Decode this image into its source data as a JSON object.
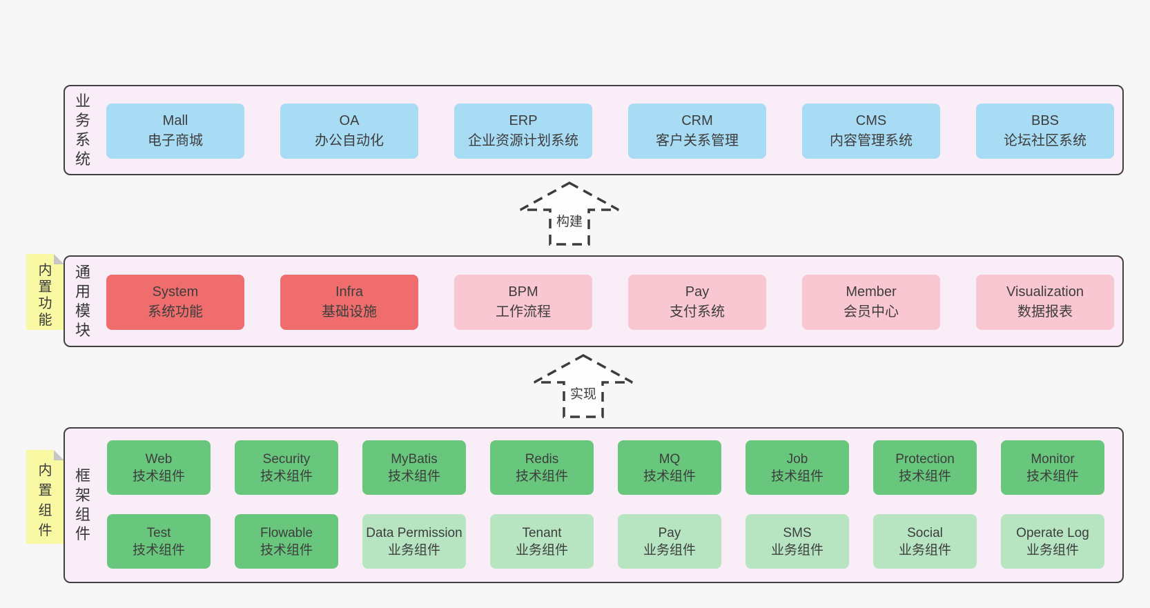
{
  "colors": {
    "page_bg": "#f7f7f7",
    "layer_bg": "#f9edf7",
    "layer_border": "#3f3f3f",
    "box_blue": "#a8dbf4",
    "box_red": "#f06d6d",
    "box_pink": "#f9c7d1",
    "box_green": "#68c77d",
    "box_green_light": "#b7e5c1",
    "note_yellow": "#f9f9a3",
    "note_fold": "#c6c6c6",
    "text": "#3d3d3d"
  },
  "arrows": [
    {
      "label": "构建"
    },
    {
      "label": "实现"
    }
  ],
  "layers": [
    {
      "label": "业务系统",
      "rows": [
        [
          {
            "title": "Mall",
            "subtitle": "电子商城",
            "type": "blue"
          },
          {
            "title": "OA",
            "subtitle": "办公自动化",
            "type": "blue"
          },
          {
            "title": "ERP",
            "subtitle": "企业资源计划系统",
            "type": "blue"
          },
          {
            "title": "CRM",
            "subtitle": "客户关系管理",
            "type": "blue"
          },
          {
            "title": "CMS",
            "subtitle": "内容管理系统",
            "type": "blue"
          },
          {
            "title": "BBS",
            "subtitle": "论坛社区系统",
            "type": "blue"
          }
        ]
      ]
    },
    {
      "label": "通用模块",
      "note": "内置功能",
      "rows": [
        [
          {
            "title": "System",
            "subtitle": "系统功能",
            "type": "red"
          },
          {
            "title": "Infra",
            "subtitle": "基础设施",
            "type": "red"
          },
          {
            "title": "BPM",
            "subtitle": "工作流程",
            "type": "pink"
          },
          {
            "title": "Pay",
            "subtitle": "支付系统",
            "type": "pink"
          },
          {
            "title": "Member",
            "subtitle": "会员中心",
            "type": "pink"
          },
          {
            "title": "Visualization",
            "subtitle": "数据报表",
            "type": "pink"
          }
        ]
      ]
    },
    {
      "label": "框架组件",
      "note": "内置组件",
      "rows": [
        [
          {
            "title": "Web",
            "subtitle": "技术组件",
            "type": "green"
          },
          {
            "title": "Security",
            "subtitle": "技术组件",
            "type": "green"
          },
          {
            "title": "MyBatis",
            "subtitle": "技术组件",
            "type": "green"
          },
          {
            "title": "Redis",
            "subtitle": "技术组件",
            "type": "green"
          },
          {
            "title": "MQ",
            "subtitle": "技术组件",
            "type": "green"
          },
          {
            "title": "Job",
            "subtitle": "技术组件",
            "type": "green"
          },
          {
            "title": "Protection",
            "subtitle": "技术组件",
            "type": "green"
          },
          {
            "title": "Monitor",
            "subtitle": "技术组件",
            "type": "green"
          }
        ],
        [
          {
            "title": "Test",
            "subtitle": "技术组件",
            "type": "green"
          },
          {
            "title": "Flowable",
            "subtitle": "技术组件",
            "type": "green"
          },
          {
            "title": "Data Permission",
            "subtitle": "业务组件",
            "type": "green-light"
          },
          {
            "title": "Tenant",
            "subtitle": "业务组件",
            "type": "green-light"
          },
          {
            "title": "Pay",
            "subtitle": "业务组件",
            "type": "green-light"
          },
          {
            "title": "SMS",
            "subtitle": "业务组件",
            "type": "green-light"
          },
          {
            "title": "Social",
            "subtitle": "业务组件",
            "type": "green-light"
          },
          {
            "title": "Operate Log",
            "subtitle": "业务组件",
            "type": "green-light"
          }
        ]
      ]
    }
  ]
}
